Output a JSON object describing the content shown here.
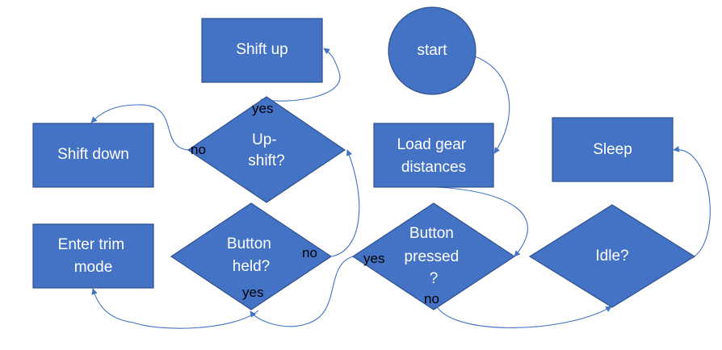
{
  "nodes": {
    "shift_up": [
      "Shift up"
    ],
    "start": [
      "start"
    ],
    "shift_down": [
      "Shift down"
    ],
    "upshift_q": [
      "Up-",
      "shift?"
    ],
    "load_gear": [
      "Load gear",
      "distances"
    ],
    "sleep": [
      "Sleep"
    ],
    "enter_trim": [
      "Enter trim",
      "mode"
    ],
    "button_held_q": [
      "Button",
      "held?"
    ],
    "button_pressed_q": [
      "Button",
      "pressed",
      "?"
    ],
    "idle_q": [
      "Idle?"
    ]
  },
  "edge_labels": {
    "upshift_yes": "yes",
    "upshift_no": "no",
    "held_no": "no",
    "held_yes": "yes",
    "pressed_yes": "yes",
    "pressed_no": "no"
  },
  "colors": {
    "fill": "#4472c4",
    "stroke": "#2f528f",
    "text": "#ffffff"
  }
}
